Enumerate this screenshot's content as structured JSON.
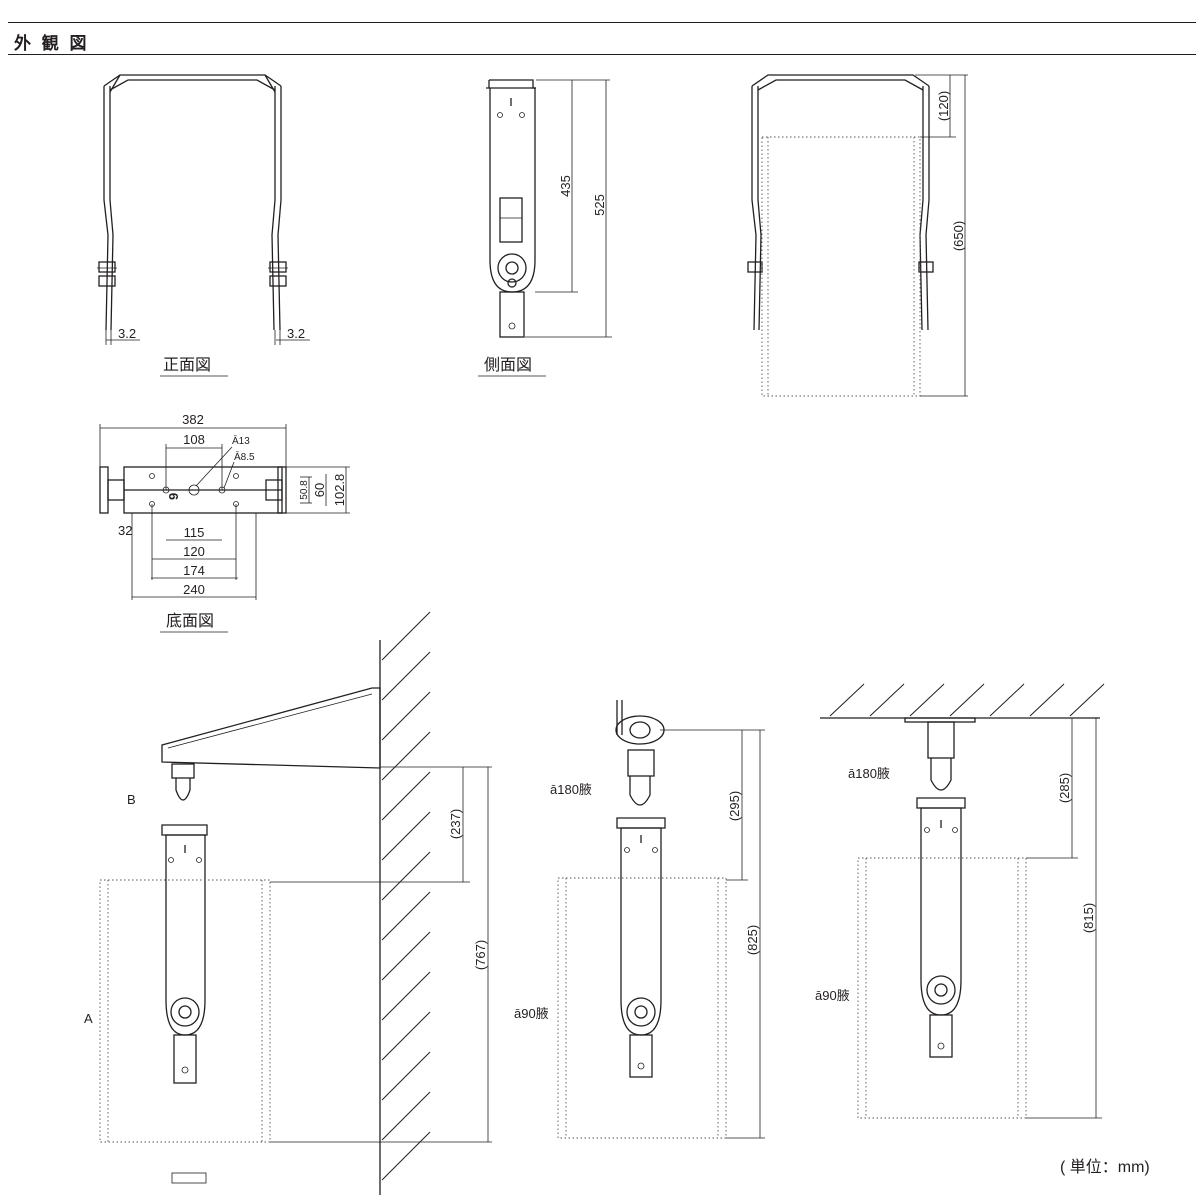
{
  "header": {
    "title": "外 観 図"
  },
  "views": {
    "front": {
      "caption": "正面図",
      "dim_left": "3.2",
      "dim_right": "3.2"
    },
    "side": {
      "caption": "側面図",
      "dim_435": "435",
      "dim_525": "525"
    },
    "speaker": {
      "dim_120": "(120)",
      "dim_650": "(650)"
    },
    "bottom": {
      "caption": "底面図",
      "d382": "382",
      "d108": "108",
      "phi13": "Ā13",
      "phi85": "Ā8.5",
      "d508": "50.8",
      "d60": "60",
      "d1028": "102.8",
      "d9": "9",
      "d32": "32",
      "d115": "115",
      "d120": "120",
      "d174": "174",
      "d240": "240"
    }
  },
  "mount_wall": {
    "label_b": "B",
    "label_a": "A",
    "dim_237": "(237)",
    "dim_767": "(767)"
  },
  "mount_pipe": {
    "rot180": "ā180腋",
    "rot90": "ā90腋",
    "dim_295": "(295)",
    "dim_825": "(825)"
  },
  "mount_ceiling": {
    "rot180": "ā180腋",
    "rot90": "ā90腋",
    "dim_285": "(285)",
    "dim_815": "(815)"
  },
  "footer": {
    "unit": "( 単位：mm)"
  }
}
